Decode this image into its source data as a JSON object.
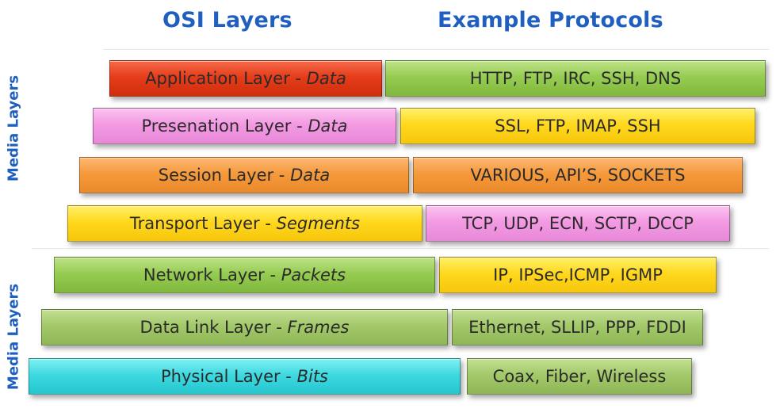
{
  "header": {
    "left_title": "OSI Layers",
    "right_title": "Example Protocols"
  },
  "side_labels": {
    "top": "Media Layers",
    "bottom": "Media Layers"
  },
  "layers": [
    {
      "name": "Application Layer - ",
      "unit": "Data",
      "protocols": "HTTP, FTP, IRC, SSH, DNS"
    },
    {
      "name": "Presenation Layer - ",
      "unit": "Data",
      "protocols": "SSL, FTP, IMAP, SSH"
    },
    {
      "name": "Session Layer - ",
      "unit": "Data",
      "protocols": "VARIOUS, API’S, SOCKETS"
    },
    {
      "name": "Transport Layer - ",
      "unit": "Segments",
      "protocols": "TCP, UDP, ECN, SCTP, DCCP"
    },
    {
      "name": "Network Layer - ",
      "unit": "Packets",
      "protocols": "IP, IPSec,ICMP, IGMP"
    },
    {
      "name": "Data Link Layer - ",
      "unit": "Frames",
      "protocols": "Ethernet, SLLIP, PPP, FDDI"
    },
    {
      "name": "Physical Layer - ",
      "unit": "Bits",
      "protocols": "Coax, Fiber, Wireless"
    }
  ],
  "colors": {
    "title_blue": "#1f5fbf",
    "red": "#e63d1a",
    "green": "#96cc52",
    "pink": "#f39ae3",
    "yellow": "#ffd81e",
    "orange": "#f59a3c",
    "olive": "#a3c96a",
    "cyan": "#3fd9e0"
  }
}
